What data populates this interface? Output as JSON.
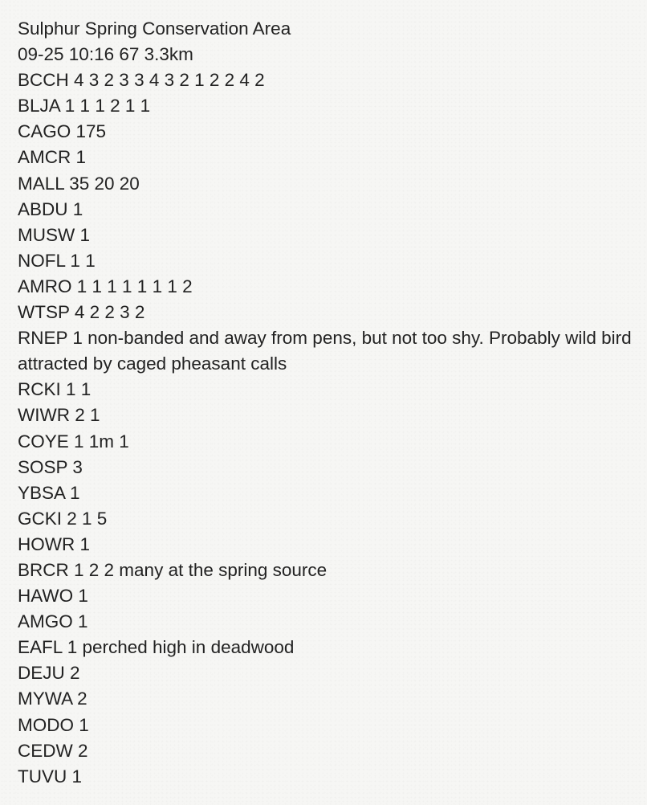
{
  "note": {
    "lines": [
      "Sulphur Spring Conservation Area",
      "09-25 10:16 67 3.3km",
      "BCCH 4 3 2 3 3 4 3 2 1 2 2 4 2",
      "BLJA 1 1 1 2 1 1",
      "CAGO 175",
      "AMCR 1",
      "MALL 35 20 20",
      "ABDU 1",
      "MUSW 1",
      "NOFL 1 1",
      "AMRO 1 1 1 1 1 1 1 2",
      "WTSP 4 2 2 3 2",
      "RNEP 1 non-banded and away from pens, but not too shy. Probably wild bird attracted by caged pheasant calls",
      "RCKI 1 1",
      "WIWR 2 1",
      "COYE 1 1m 1",
      "SOSP 3",
      "YBSA 1",
      "GCKI 2 1 5",
      "HOWR 1",
      "BRCR 1 2 2 many at the spring source",
      "HAWO 1",
      "AMGO 1",
      "EAFL 1 perched high in deadwood",
      "DEJU 2",
      "MYWA 2",
      "MODO 1",
      "CEDW 2",
      "TUVU 1"
    ]
  },
  "colors": {
    "background": "#f6f6f4",
    "text": "#222222"
  }
}
